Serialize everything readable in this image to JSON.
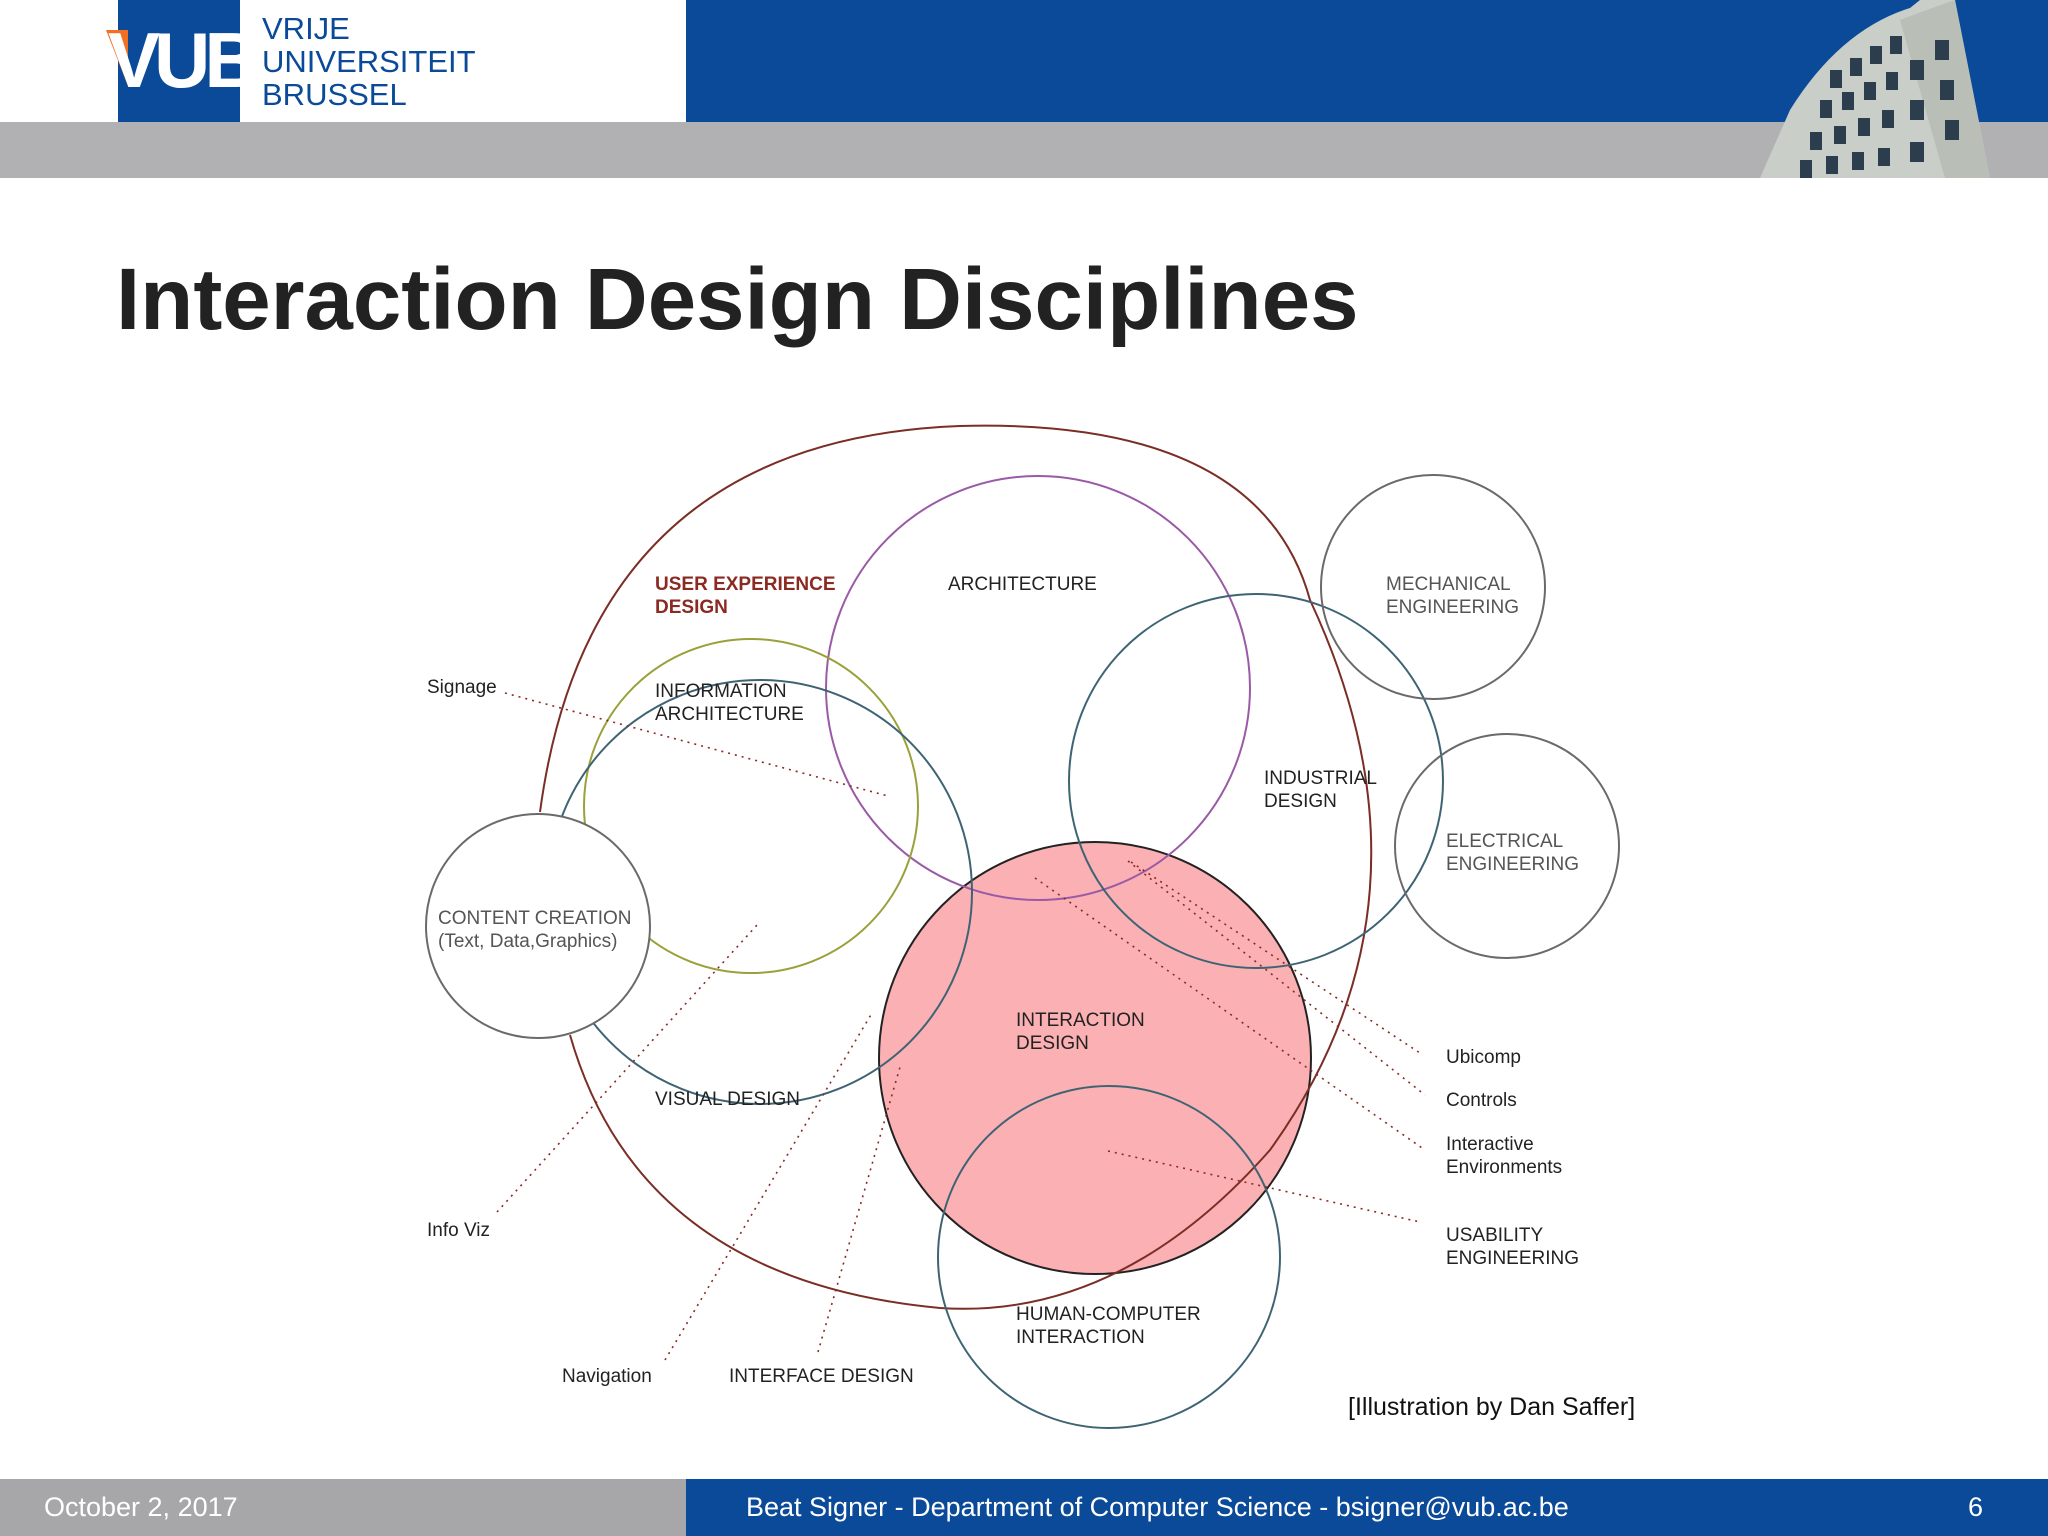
{
  "header": {
    "logo_mark": "VUB",
    "logo_lines": [
      "VRIJE",
      "UNIVERSITEIT",
      "BRUSSEL"
    ]
  },
  "slide": {
    "title": "Interaction Design Disciplines"
  },
  "diagram": {
    "labels": {
      "user_experience_design": [
        "USER EXPERIENCE",
        "DESIGN"
      ],
      "architecture": "ARCHITECTURE",
      "mechanical_engineering": [
        "MECHANICAL",
        "ENGINEERING"
      ],
      "information_architecture": [
        "INFORMATION",
        "ARCHITECTURE"
      ],
      "industrial_design": [
        "INDUSTRIAL",
        "DESIGN"
      ],
      "electrical_engineering": [
        "ELECTRICAL",
        "ENGINEERING"
      ],
      "content_creation": [
        "CONTENT CREATION",
        "(Text, Data,Graphics)"
      ],
      "interaction_design": [
        "INTERACTION",
        "DESIGN"
      ],
      "visual_design": "VISUAL DESIGN",
      "human_computer_interaction": [
        "HUMAN-COMPUTER",
        "INTERACTION"
      ],
      "signage": "Signage",
      "info_viz": "Info Viz",
      "navigation": "Navigation",
      "interface_design": "INTERFACE DESIGN",
      "ubicomp": "Ubicomp",
      "controls": "Controls",
      "interactive_environments": [
        "Interactive",
        "Environments"
      ],
      "usability_engineering": [
        "USABILITY",
        "ENGINEERING"
      ]
    },
    "colors": {
      "ux_circle": "#7a2e25",
      "architecture_circle": "#9a5aa6",
      "information_architecture_circle": "#9aa03a",
      "teal_circles": "#3e6474",
      "gray_circles": "#6a6a6a",
      "interaction_design_fill": "#fbb0b3",
      "ux_label": "#8b2a22"
    },
    "caption": "[Illustration by Dan Saffer]"
  },
  "footer": {
    "date": "October 2, 2017",
    "author": "Beat Signer - Department of Computer Science - bsigner@vub.ac.be",
    "page": "6"
  }
}
